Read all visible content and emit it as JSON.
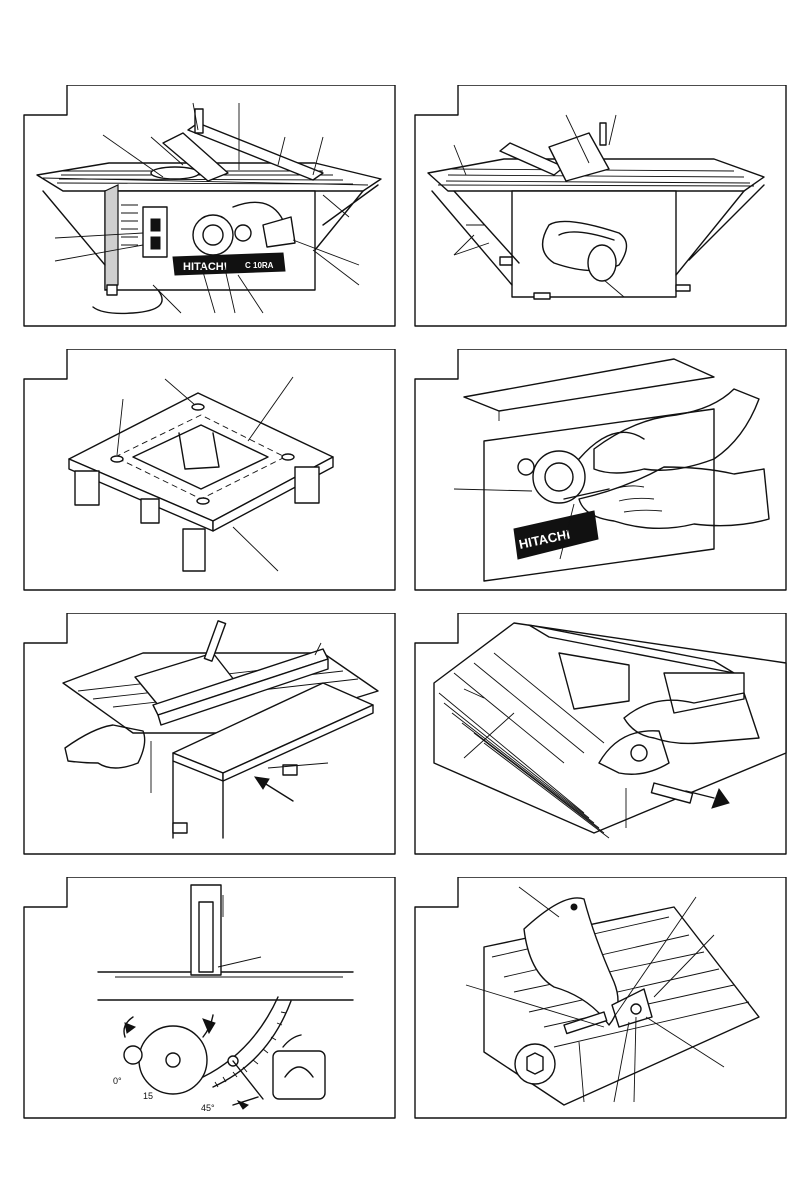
{
  "brand": "HITACHI",
  "model": "C 10RA",
  "scale_marks": {
    "zero": "0°",
    "mid": "15",
    "full": "45°"
  },
  "figures": [
    {
      "id": "fig-1",
      "subject": "table-saw-front-view"
    },
    {
      "id": "fig-2",
      "subject": "table-saw-rear-view"
    },
    {
      "id": "fig-3",
      "subject": "base-mounting-frame"
    },
    {
      "id": "fig-4",
      "subject": "handle-tightening"
    },
    {
      "id": "fig-5",
      "subject": "rip-fence-adjustment"
    },
    {
      "id": "fig-6",
      "subject": "miter-gauge-feed"
    },
    {
      "id": "fig-7",
      "subject": "blade-tilt-scale"
    },
    {
      "id": "fig-8",
      "subject": "riving-knife-install"
    }
  ]
}
